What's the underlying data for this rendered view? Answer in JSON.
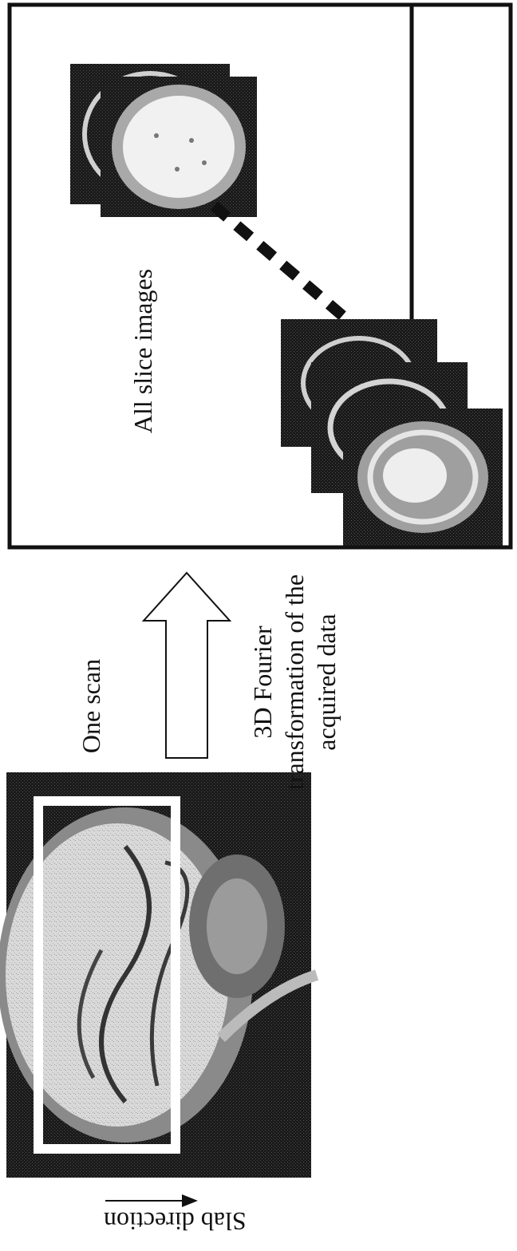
{
  "labels": {
    "slab_direction": "Slab direction",
    "one_scan": "One scan",
    "transform_line1": "3D Fourier",
    "transform_line2": "transformation of the",
    "transform_line3": "acquired data",
    "all_slices": "All slice images"
  },
  "colors": {
    "background": "#ffffff",
    "ink": "#111111",
    "mri_dark": "#1b1b1b",
    "highlight_box": "#ffffff"
  },
  "icons": {
    "slab_arrow": "arrow-right-icon",
    "transform_arrow": "hollow-arrow-up-icon"
  }
}
